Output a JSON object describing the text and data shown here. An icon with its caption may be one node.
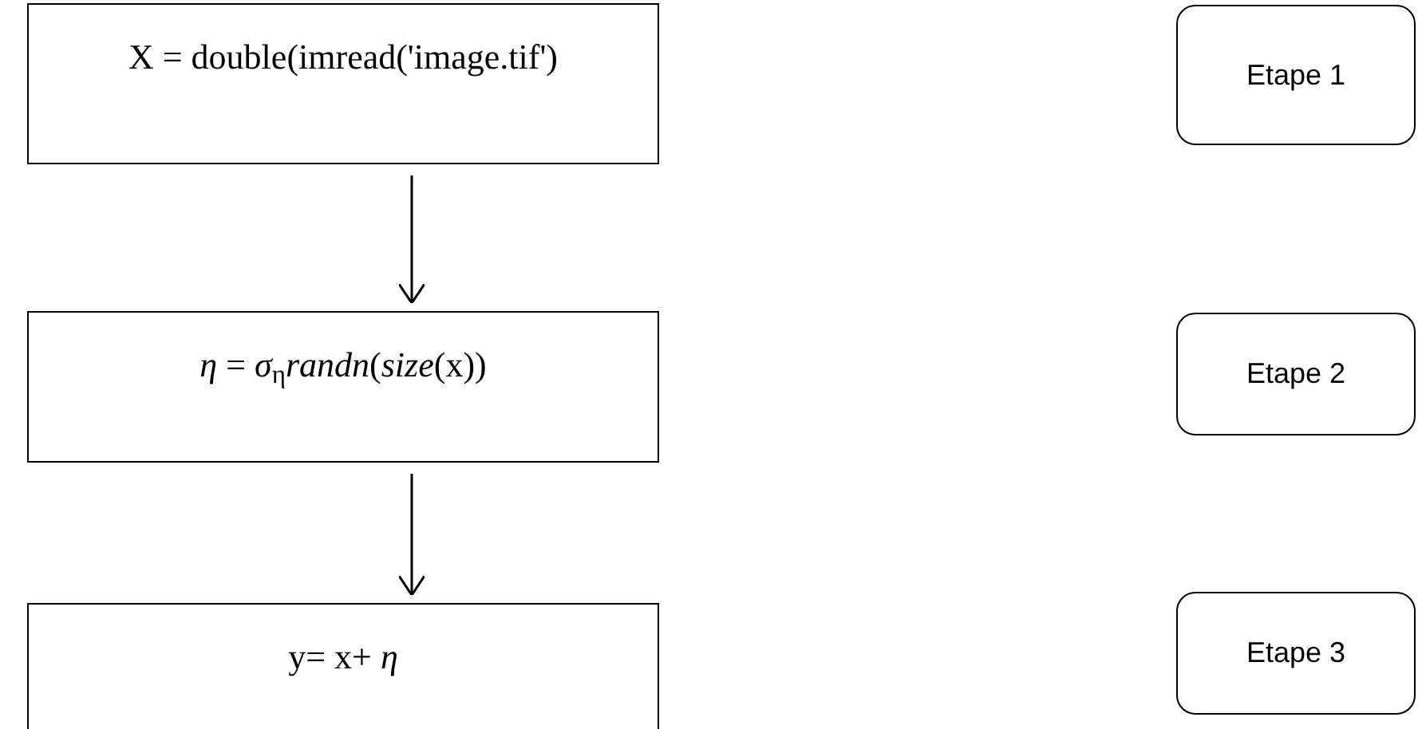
{
  "diagram": {
    "nodes": [
      {
        "text": [
          "X = double(imread('image.tif')"
        ]
      },
      {
        "text": [
          "*η* = *σ*$_{η}$*randn*(*size*(x))"
        ]
      },
      {
        "text": [
          "y= x+ *η*"
        ]
      },
      {
        "text": [
          "Etape 1"
        ]
      },
      {
        "text": [
          "Etape 2"
        ]
      },
      {
        "text": [
          "Etape 3"
        ]
      }
    ],
    "edges": [
      {
        "from": 0,
        "to": 1,
        "arrow": "to"
      },
      {
        "from": 1,
        "to": 2,
        "arrow": "to"
      }
    ]
  }
}
